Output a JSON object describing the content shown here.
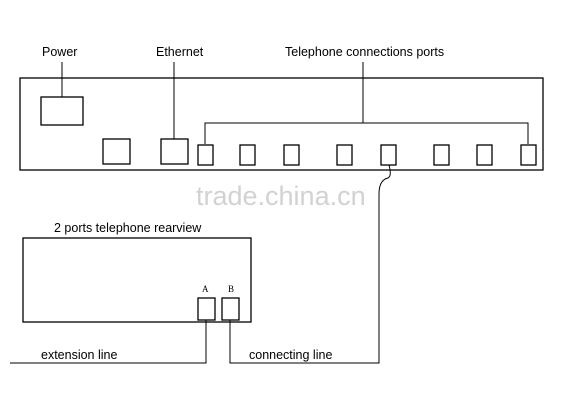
{
  "labels": {
    "power": "Power",
    "ethernet": "Ethernet",
    "telephone_ports": "Telephone connections ports",
    "telephone_rearview": "2 ports telephone rearview",
    "port_a": "A",
    "port_b": "B",
    "extension_line": "extension line",
    "connecting_line": "connecting line"
  },
  "watermark": "trade.china.cn",
  "telephone_port_count": 8,
  "colors": {
    "line": "#000000",
    "watermark": "#d2d2d2",
    "background": "#ffffff"
  }
}
